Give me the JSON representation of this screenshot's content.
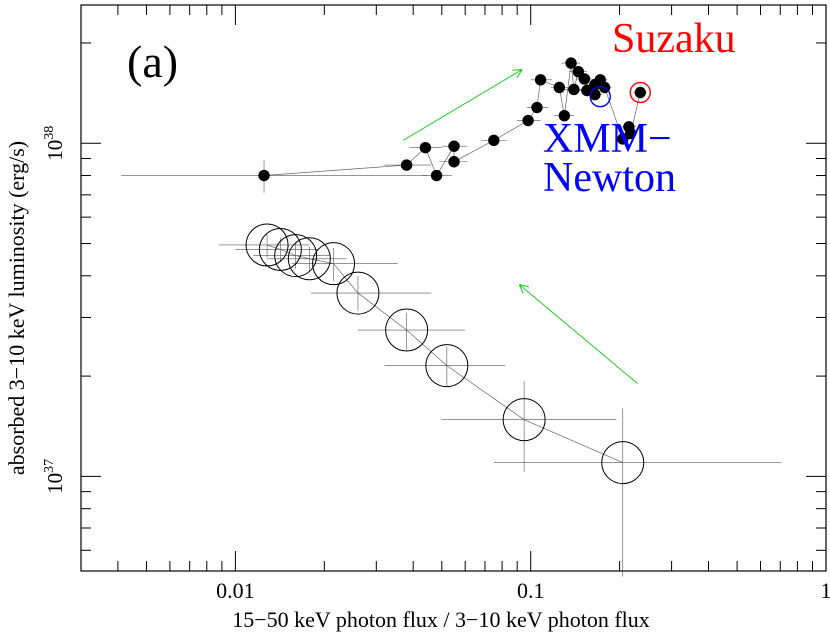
{
  "chart_data": {
    "type": "scatter",
    "panel_label": "(a)",
    "xlabel": "15−50 keV photon flux / 3−10 keV photon flux",
    "ylabel": "absorbed 3−10 keV luminosity (erg/s)",
    "xscale": "log",
    "yscale": "log",
    "xlim": [
      0.003,
      1
    ],
    "ylim": [
      5.2e+36,
      2.6e+38
    ],
    "x_ticks": [
      {
        "value": 0.01,
        "label": "0.01"
      },
      {
        "value": 0.1,
        "label": "0.1"
      },
      {
        "value": 1,
        "label": "1"
      }
    ],
    "y_ticks": [
      {
        "value": 1e+37,
        "base": "10",
        "exp": "37"
      },
      {
        "value": 1e+38,
        "base": "10",
        "exp": "38"
      }
    ],
    "series": [
      {
        "marker": "filled-circle",
        "color": "#000000",
        "points": [
          {
            "x": 0.0125,
            "y": 8e+37,
            "xerr": [
              0.0084,
              0.032
            ],
            "yerr": [
              9e+36,
              9e+36
            ]
          },
          {
            "x": 0.038,
            "y": 8.6e+37,
            "xerr": [
              0.006,
              0.008
            ],
            "yerr": [
              1e+36,
              1e+36
            ]
          },
          {
            "x": 0.044,
            "y": 9.7e+37,
            "xerr": [
              0.005,
              0.006
            ],
            "yerr": [
              1e+36,
              1e+36
            ]
          },
          {
            "x": 0.048,
            "y": 8e+37,
            "xerr": [
              0.005,
              0.006
            ],
            "yerr": [
              1e+36,
              1e+36
            ]
          },
          {
            "x": 0.055,
            "y": 9.8e+37,
            "xerr": [
              0.005,
              0.006
            ],
            "yerr": [
              1e+36,
              1e+36
            ]
          },
          {
            "x": 0.055,
            "y": 8.8e+37,
            "xerr": [
              0.006,
              0.006
            ],
            "yerr": [
              1e+36,
              1e+36
            ]
          },
          {
            "x": 0.075,
            "y": 1.02e+38,
            "xerr": [
              0.007,
              0.008
            ],
            "yerr": [
              1e+36,
              1e+36
            ]
          },
          {
            "x": 0.098,
            "y": 1.17e+38,
            "xerr": [
              0.008,
              0.01
            ],
            "yerr": [
              1e+36,
              1e+36
            ]
          },
          {
            "x": 0.105,
            "y": 1.28e+38,
            "xerr": [
              0.008,
              0.01
            ],
            "yerr": [
              1e+36,
              1e+36
            ]
          },
          {
            "x": 0.108,
            "y": 1.55e+38,
            "xerr": [
              0.008,
              0.01
            ],
            "yerr": [
              1e+36,
              1e+36
            ]
          },
          {
            "x": 0.125,
            "y": 1.47e+38,
            "xerr": [
              0.008,
              0.01
            ],
            "yerr": [
              1e+36,
              1e+36
            ]
          },
          {
            "x": 0.13,
            "y": 1.21e+38,
            "xerr": [
              0.01,
              0.01
            ],
            "yerr": [
              1e+36,
              1e+36
            ]
          },
          {
            "x": 0.137,
            "y": 1.74e+38,
            "xerr": [
              0.01,
              0.01
            ],
            "yerr": [
              1e+36,
              1e+36
            ]
          },
          {
            "x": 0.14,
            "y": 1.45e+38,
            "xerr": [
              0.01,
              0.01
            ],
            "yerr": [
              1e+36,
              1e+36
            ]
          },
          {
            "x": 0.145,
            "y": 1.64e+38,
            "xerr": [
              0.01,
              0.01
            ],
            "yerr": [
              1e+36,
              1e+36
            ]
          },
          {
            "x": 0.152,
            "y": 1.56e+38,
            "xerr": [
              0.01,
              0.01
            ],
            "yerr": [
              1e+36,
              1e+36
            ]
          },
          {
            "x": 0.155,
            "y": 1.44e+38,
            "xerr": [
              0.01,
              0.01
            ],
            "yerr": [
              1e+36,
              1e+36
            ]
          },
          {
            "x": 0.165,
            "y": 1.5e+38,
            "xerr": [
              0.01,
              0.01
            ],
            "yerr": [
              1e+36,
              1e+36
            ]
          },
          {
            "x": 0.165,
            "y": 1.4e+38,
            "xerr": [
              0.01,
              0.01
            ],
            "yerr": [
              1e+36,
              1e+36
            ]
          },
          {
            "x": 0.172,
            "y": 1.55e+38,
            "xerr": [
              0.01,
              0.01
            ],
            "yerr": [
              1e+36,
              1e+36
            ]
          },
          {
            "x": 0.178,
            "y": 1.47e+38,
            "xerr": [
              0.01,
              0.01
            ],
            "yerr": [
              1e+36,
              1e+36
            ]
          },
          {
            "x": 0.205,
            "y": 1.03e+38,
            "xerr": [
              0.012,
              0.012
            ],
            "yerr": [
              1e+36,
              1e+36
            ]
          },
          {
            "x": 0.215,
            "y": 1.12e+38,
            "xerr": [
              0.012,
              0.012
            ],
            "yerr": [
              1e+36,
              1e+36
            ]
          },
          {
            "x": 0.218,
            "y": 1.07e+38,
            "xerr": [
              0.012,
              0.012
            ],
            "yerr": [
              1e+36,
              1e+36
            ]
          },
          {
            "x": 0.235,
            "y": 1.42e+38,
            "xerr": [
              0.012,
              0.012
            ],
            "yerr": [
              1e+36,
              1e+36
            ]
          }
        ]
      },
      {
        "marker": "open-circle",
        "color": "#000000",
        "points": [
          {
            "x": 0.0128,
            "y": 4.95e+37,
            "xerr": [
              0.004,
              0.005
            ],
            "yerr": [
              4e+36,
              4e+36
            ]
          },
          {
            "x": 0.0142,
            "y": 4.8e+37,
            "xerr": [
              0.0042,
              0.005
            ],
            "yerr": [
              4e+36,
              4e+36
            ]
          },
          {
            "x": 0.016,
            "y": 4.6e+37,
            "xerr": [
              0.0045,
              0.005
            ],
            "yerr": [
              4e+36,
              4e+36
            ]
          },
          {
            "x": 0.0178,
            "y": 4.5e+37,
            "xerr": [
              0.005,
              0.006
            ],
            "yerr": [
              4e+36,
              4e+36
            ]
          },
          {
            "x": 0.0215,
            "y": 4.35e+37,
            "xerr": [
              0.006,
              0.014
            ],
            "yerr": [
              5e+36,
              5e+36
            ]
          },
          {
            "x": 0.026,
            "y": 3.55e+37,
            "xerr": [
              0.008,
              0.02
            ],
            "yerr": [
              4e+36,
              4.5e+36
            ]
          },
          {
            "x": 0.038,
            "y": 2.75e+37,
            "xerr": [
              0.012,
              0.022
            ],
            "yerr": [
              3.5e+36,
              3.5e+36
            ]
          },
          {
            "x": 0.052,
            "y": 2.15e+37,
            "xerr": [
              0.02,
              0.03
            ],
            "yerr": [
              2.8e+36,
              3e+36
            ]
          },
          {
            "x": 0.095,
            "y": 1.48e+37,
            "xerr": [
              0.045,
              0.1
            ],
            "yerr": [
              4.5e+36,
              4.5e+36
            ]
          },
          {
            "x": 0.205,
            "y": 1.1e+37,
            "xerr": [
              0.13,
              0.5
            ],
            "yerr": [
              6e+36,
              5e+36
            ]
          }
        ]
      }
    ],
    "annotations": [
      {
        "text": "Suzaku",
        "color": "#ff0000"
      },
      {
        "text_line1": "XMM−",
        "text_line2": "Newton",
        "color": "#0000ff"
      }
    ],
    "highlight_markers": [
      {
        "ref": "Suzaku",
        "x": 0.235,
        "y": 1.42e+38,
        "color": "#ff0000"
      },
      {
        "ref": "XMM-Newton",
        "x": 0.172,
        "y": 1.38e+38,
        "color": "#0000ff"
      }
    ],
    "arrows": [
      {
        "from": {
          "x": 0.037,
          "y": 1.02e+38
        },
        "to": {
          "x": 0.093,
          "y": 1.66e+38
        },
        "color": "#22cc22"
      },
      {
        "from": {
          "x": 0.23,
          "y": 1.9e+37
        },
        "to": {
          "x": 0.092,
          "y": 3.75e+37
        },
        "color": "#22cc22"
      }
    ]
  }
}
